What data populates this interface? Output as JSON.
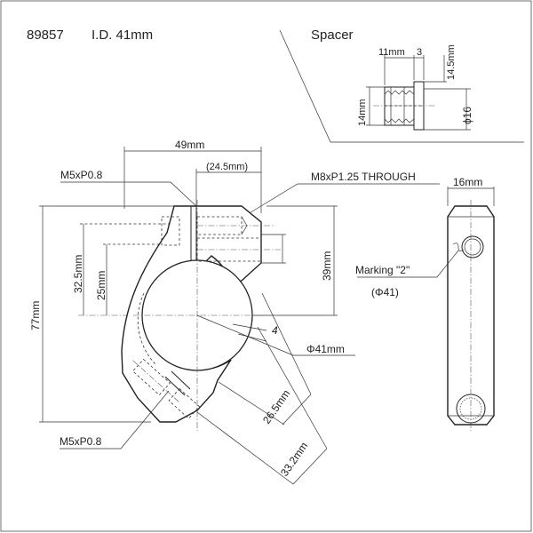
{
  "header": {
    "part_number": "89857",
    "inner_diameter": "I.D. 41mm"
  },
  "spacer": {
    "title": "Spacer",
    "dim_length": "11mm",
    "dim_flange": "3",
    "dim_flange_dia": "14.5mm",
    "dim_body_dia": "14mm",
    "dim_hole": "ϕ16"
  },
  "front_view": {
    "dim_width": "49mm",
    "dim_bolt_spacing": "(24.5mm)",
    "callout_thread_top": "M5xP0.8",
    "callout_through": "M8xP1.25 THROUGH",
    "dim_height_total": "77mm",
    "dim_height_upper": "32.5mm",
    "dim_height_inner": "25mm",
    "dim_height_right": "39mm",
    "dim_gap": "4",
    "dim_bore": "Φ41mm",
    "dim_diag_short": "26.5mm",
    "dim_diag_long": "33.2mm",
    "callout_thread_bottom": "M5xP0.8"
  },
  "side_view": {
    "dim_width": "16mm",
    "marking_label": "Marking \"2\"",
    "marking_sub": "(Φ41)"
  }
}
